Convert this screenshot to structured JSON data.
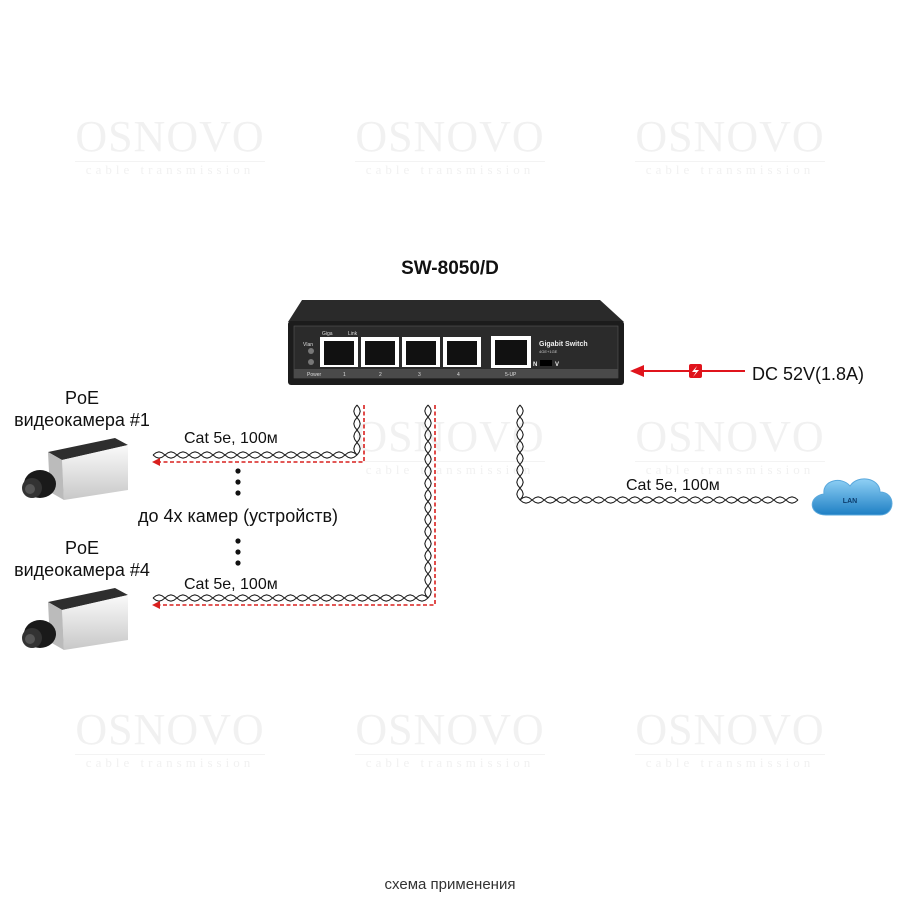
{
  "watermark": {
    "brand": "OSNOVO",
    "tagline": "cable transmission"
  },
  "device": {
    "model": "SW-8050/D",
    "panel": {
      "vlan_label": "Vlan",
      "giga_label": "Giga",
      "link_label": "Link",
      "power_label": "Power",
      "ports": [
        "1",
        "2",
        "3",
        "4",
        "5-UP"
      ],
      "product_name": "Gigabit Switch",
      "product_spec": "4GE+1GE",
      "switch_left": "N",
      "switch_right": "V"
    }
  },
  "power": {
    "label": "DC 52V(1.8A)",
    "icon": "lightning-icon",
    "arrow_color": "#e0141c"
  },
  "cameras": [
    {
      "line1": "PoE",
      "line2": "видеокамера #1",
      "cable": "Cat 5e, 100м"
    },
    {
      "line1": "PoE",
      "line2": "видеокамера #4",
      "cable": "Cat 5e, 100м"
    }
  ],
  "middle_note": "до 4х камер (устройств)",
  "uplink": {
    "cable": "Cat 5e, 100м",
    "cloud_label": "LAN"
  },
  "caption": "схема применения",
  "colors": {
    "poe_dashed": "#d9201e",
    "cable": "#222222",
    "cloud": "#2d8fd0"
  }
}
